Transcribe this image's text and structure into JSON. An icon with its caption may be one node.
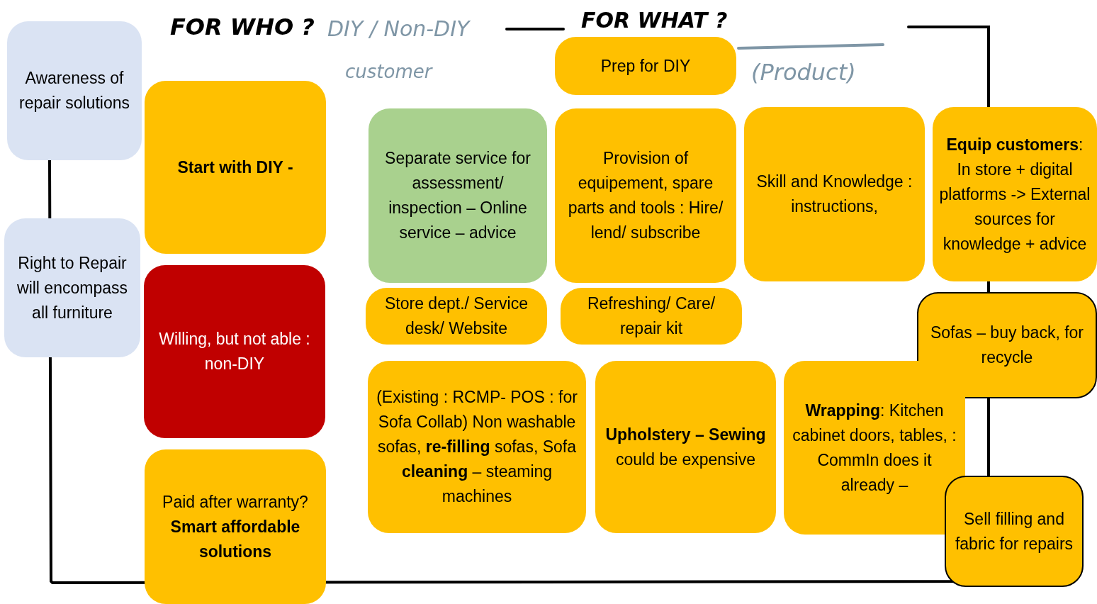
{
  "diagram": {
    "nodes": [
      {
        "text": [
          "Awareness of repair solutions"
        ]
      },
      {
        "text": [
          "Start with DIY -"
        ]
      },
      {
        "text": [
          "Right to Repair will encompass all furniture"
        ]
      },
      {
        "text": [
          "Willing, but not able : non-DIY"
        ]
      },
      {
        "text": [
          "Paid after warranty?",
          "Smart affordable solutions"
        ]
      },
      {
        "text": [
          "Prep for DIY"
        ]
      },
      {
        "text": [
          "Separate service for assessment/ inspection – Online service – advice"
        ]
      },
      {
        "text": [
          "Provision of equipement, spare parts and tools : Hire/ lend/ subscribe"
        ]
      },
      {
        "text": [
          "Skill and Knowledge : instructions,"
        ]
      },
      {
        "text": [
          "**Equip customers**: In store + digital platforms -> External sources for knowledge + advice"
        ]
      },
      {
        "text": [
          "Store dept./ Service desk/ Website"
        ]
      },
      {
        "text": [
          "Refreshing/ Care/ repair kit"
        ]
      },
      {
        "text": [
          "Sofas – buy back, for recycle"
        ]
      },
      {
        "text": [
          "(Existing : RCMP- POS : for Sofa Collab) Non washable sofas, **re-filling** sofas, Sofa **cleaning** – steaming machines"
        ]
      },
      {
        "text": [
          "**Upholstery – Sewing** could be expensive"
        ]
      },
      {
        "text": [
          "**Wrapping**: Kitchen cabinet doors, tables, : CommIn does it already –"
        ]
      },
      {
        "text": [
          "Sell filling and fabric for repairs"
        ]
      }
    ],
    "edges": [],
    "labels": [
      "FOR WHO ?",
      "DIY / Non-DIY",
      "customer",
      "FOR WHAT ?",
      "(Product)"
    ]
  }
}
